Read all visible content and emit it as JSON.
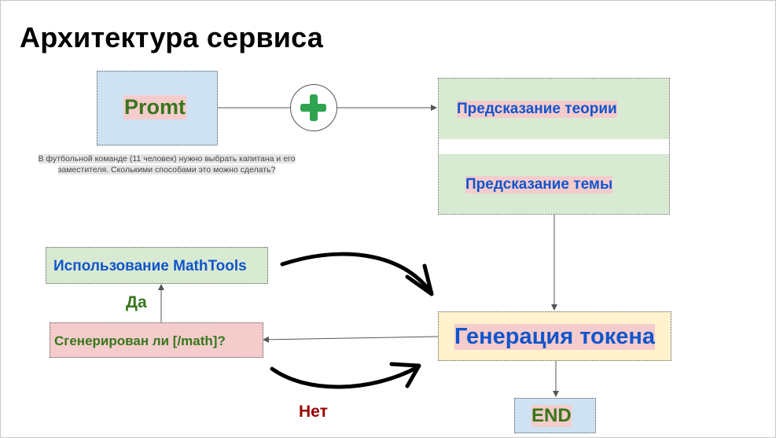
{
  "slide": {
    "title": "Архитектура сервиса"
  },
  "nodes": {
    "promt": {
      "label": "Promt",
      "fill": "#cfe2f3",
      "text_color": "#38761d"
    },
    "prompt_example": "В футбольной команде (11 человек) нужно выбрать капитана и его заместителя. Сколькими способами это можно сделать?",
    "plus": {
      "icon": "plus-icon",
      "color": "#2ea44f"
    },
    "theory": {
      "label": "Предсказание теории",
      "fill": "#d9ead3",
      "text_color": "#1155cc"
    },
    "topic": {
      "label": "Предсказание темы",
      "fill": "#d9ead3",
      "text_color": "#1155cc"
    },
    "generation": {
      "label": "Генерация токена",
      "fill": "#fff2cc",
      "text_color": "#1155cc"
    },
    "end": {
      "label": "END",
      "fill": "#cfe2f3",
      "text_color": "#38761d"
    },
    "mathtools": {
      "label": "Использование MathTools",
      "fill": "#d9ead3",
      "text_color": "#1155cc"
    },
    "check": {
      "label": "Сгенерирован ли [/math]?",
      "fill": "#f4cccc",
      "text_color": "#38761d"
    }
  },
  "edge_labels": {
    "yes": {
      "text": "Да",
      "color": "#38761d"
    },
    "no": {
      "text": "Нет",
      "color": "#990000"
    }
  }
}
